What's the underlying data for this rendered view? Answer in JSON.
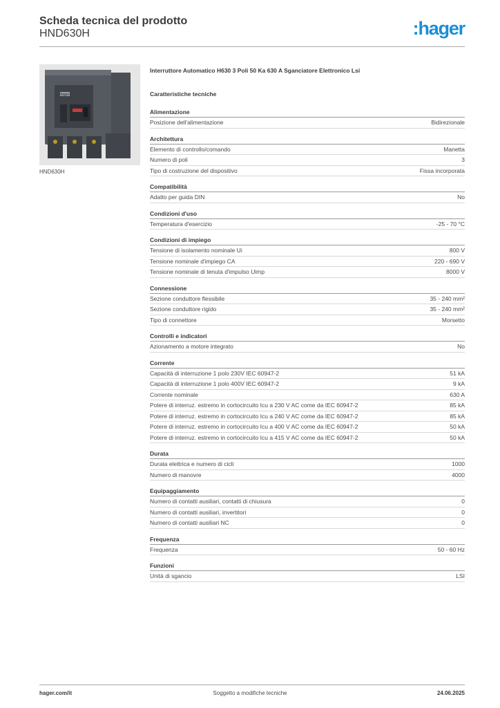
{
  "header": {
    "title": "Scheda tecnica del prodotto",
    "code": "HND630H",
    "logo": ":hager",
    "logo_color": "#1a8fd6"
  },
  "image": {
    "caption": "HND630H",
    "icon": "circuit-breaker-photo"
  },
  "product_title": "Interruttore Automatico H630 3 Poli 50 Ka 630 A Sganciatore Elettronico Lsi",
  "characteristics_title": "Caratteristiche tecniche",
  "sections": [
    {
      "title": "Alimentazione",
      "rows": [
        {
          "label": "Posizione dell'alimentazione",
          "value": "Bidirezionale"
        }
      ]
    },
    {
      "title": "Architettura",
      "rows": [
        {
          "label": "Elemento di controllo/comando",
          "value": "Manetta"
        },
        {
          "label": "Numero di poli",
          "value": "3"
        },
        {
          "label": "Tipo di costruzione del dispositivo",
          "value": "Fissa incorporata"
        }
      ]
    },
    {
      "title": "Compatibilità",
      "rows": [
        {
          "label": "Adatto per guida DIN",
          "value": "No"
        }
      ]
    },
    {
      "title": "Condizioni d'uso",
      "rows": [
        {
          "label": "Temperatura d'esercizio",
          "value": "-25 - 70 °C"
        }
      ]
    },
    {
      "title": "Condizioni di impiego",
      "rows": [
        {
          "label": "Tensione di isolamento nominale Ui",
          "value": "800 V"
        },
        {
          "label": "Tensione nominale d'impiego CA",
          "value": "220 - 690 V"
        },
        {
          "label": "Tensione nominale di tenuta d'impulso Uimp",
          "value": "8000 V"
        }
      ]
    },
    {
      "title": "Connessione",
      "rows": [
        {
          "label": "Sezione conduttore flessibile",
          "value": "35 - 240 mm²"
        },
        {
          "label": "Sezione conduttore rigido",
          "value": "35 - 240 mm²"
        },
        {
          "label": "Tipo di connettore",
          "value": "Morsetto"
        }
      ]
    },
    {
      "title": "Controlli e indicatori",
      "rows": [
        {
          "label": "Azionamento a motore integrato",
          "value": "No"
        }
      ]
    },
    {
      "title": "Corrente",
      "rows": [
        {
          "label": "Capacità di interruzione 1 polo 230V IEC 60947-2",
          "value": "51 kA"
        },
        {
          "label": "Capacità di interruzione 1 polo 400V IEC 60947-2",
          "value": "9 kA"
        },
        {
          "label": "Corrente nominale",
          "value": "630 A"
        },
        {
          "label": "Potere di interruz. estremo in cortocircuito Icu a 230 V AC come da IEC 60947-2",
          "value": "85 kA"
        },
        {
          "label": "Potere di interruz. estremo in cortocircuito Icu a 240 V AC come da IEC 60947-2",
          "value": "85 kA"
        },
        {
          "label": "Potere di interruz. estremo in cortocircuito Icu a 400 V AC come da IEC 60947-2",
          "value": "50 kA"
        },
        {
          "label": "Potere di interruz. estremo in cortocircuito Icu a 415 V AC come da IEC 60947-2",
          "value": "50 kA"
        }
      ]
    },
    {
      "title": "Durata",
      "rows": [
        {
          "label": "Durata elettrica e numero di cicli",
          "value": "1000"
        },
        {
          "label": "Numero di manovre",
          "value": "4000"
        }
      ]
    },
    {
      "title": "Equipaggiamento",
      "rows": [
        {
          "label": "Numero di contatti ausiliari, contatti di chiusura",
          "value": "0"
        },
        {
          "label": "Numero di contatti ausiliari, invertitori",
          "value": "0"
        },
        {
          "label": "Numero di contatti ausiliari NC",
          "value": "0"
        }
      ]
    },
    {
      "title": "Frequenza",
      "rows": [
        {
          "label": "Frequenza",
          "value": "50 - 60 Hz"
        }
      ]
    },
    {
      "title": "Funzioni",
      "rows": [
        {
          "label": "Unità di sgancio",
          "value": "LSI"
        }
      ]
    }
  ],
  "footer": {
    "left": "hager.com/it",
    "center": "Soggetto a modifiche tecniche",
    "right": "24.06.2025"
  }
}
